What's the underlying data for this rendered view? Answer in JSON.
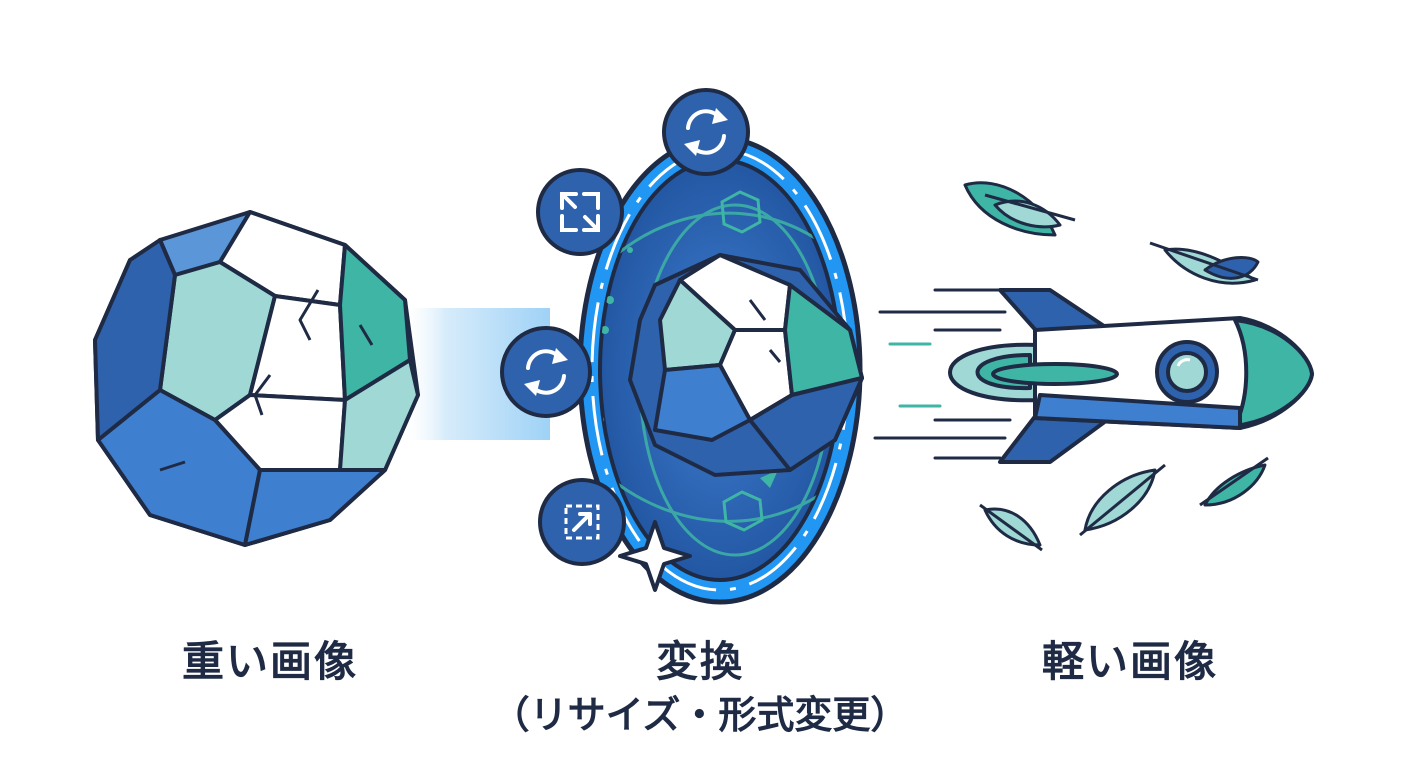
{
  "stages": {
    "heavy": {
      "label": "重い画像",
      "icon": "heavy-gem-icon"
    },
    "convert": {
      "title": "変換",
      "subtitle": "（リサイズ・形式変更）",
      "icons": [
        "portal-icon",
        "resize-icon",
        "refresh-icon",
        "sparkle-icon"
      ]
    },
    "light": {
      "label": "軽い画像",
      "icon": "rocket-icon",
      "decorations": [
        "feather-icon"
      ]
    }
  },
  "colors": {
    "outline": "#1f2b45",
    "blue_dark": "#2e62ad",
    "blue": "#3f7fd0",
    "blue_bright": "#2196f3",
    "teal": "#3fb5a5",
    "mint": "#9fd8d4",
    "white": "#ffffff",
    "beam": "#cfe9fb"
  }
}
